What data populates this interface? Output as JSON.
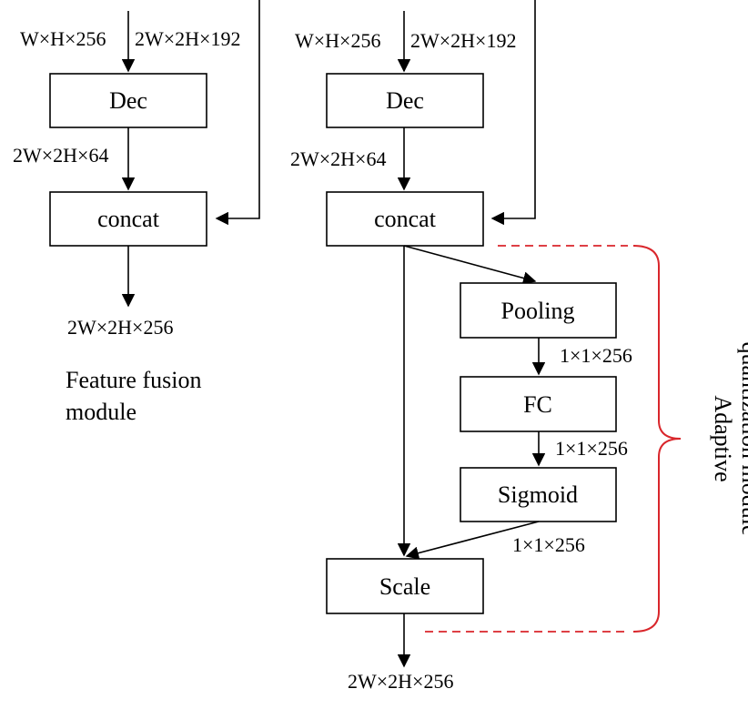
{
  "colors": {
    "stroke": "#000000",
    "box_fill": "#ffffff",
    "accent": "#d9262b"
  },
  "feature_fusion": {
    "input_dim_left": "W×H×256",
    "input_dim_right": "2W×2H×192",
    "dec_label": "Dec",
    "dec_out_dim": "2W×2H×64",
    "concat_label": "concat",
    "output_dim": "2W×2H×256",
    "caption_line1": "Feature fusion",
    "caption_line2": "module"
  },
  "adaptive": {
    "input_dim_left": "W×H×256",
    "input_dim_right": "2W×2H×192",
    "dec_label": "Dec",
    "dec_out_dim": "2W×2H×64",
    "concat_label": "concat",
    "pooling_label": "Pooling",
    "pooling_out_dim": "1×1×256",
    "fc_label": "FC",
    "fc_out_dim": "1×1×256",
    "sigmoid_label": "Sigmoid",
    "sigmoid_out_dim": "1×1×256",
    "scale_label": "Scale",
    "output_dim": "2W×2H×256",
    "bracket_label_line1": "Adaptive",
    "bracket_label_line2": "quantization module"
  }
}
